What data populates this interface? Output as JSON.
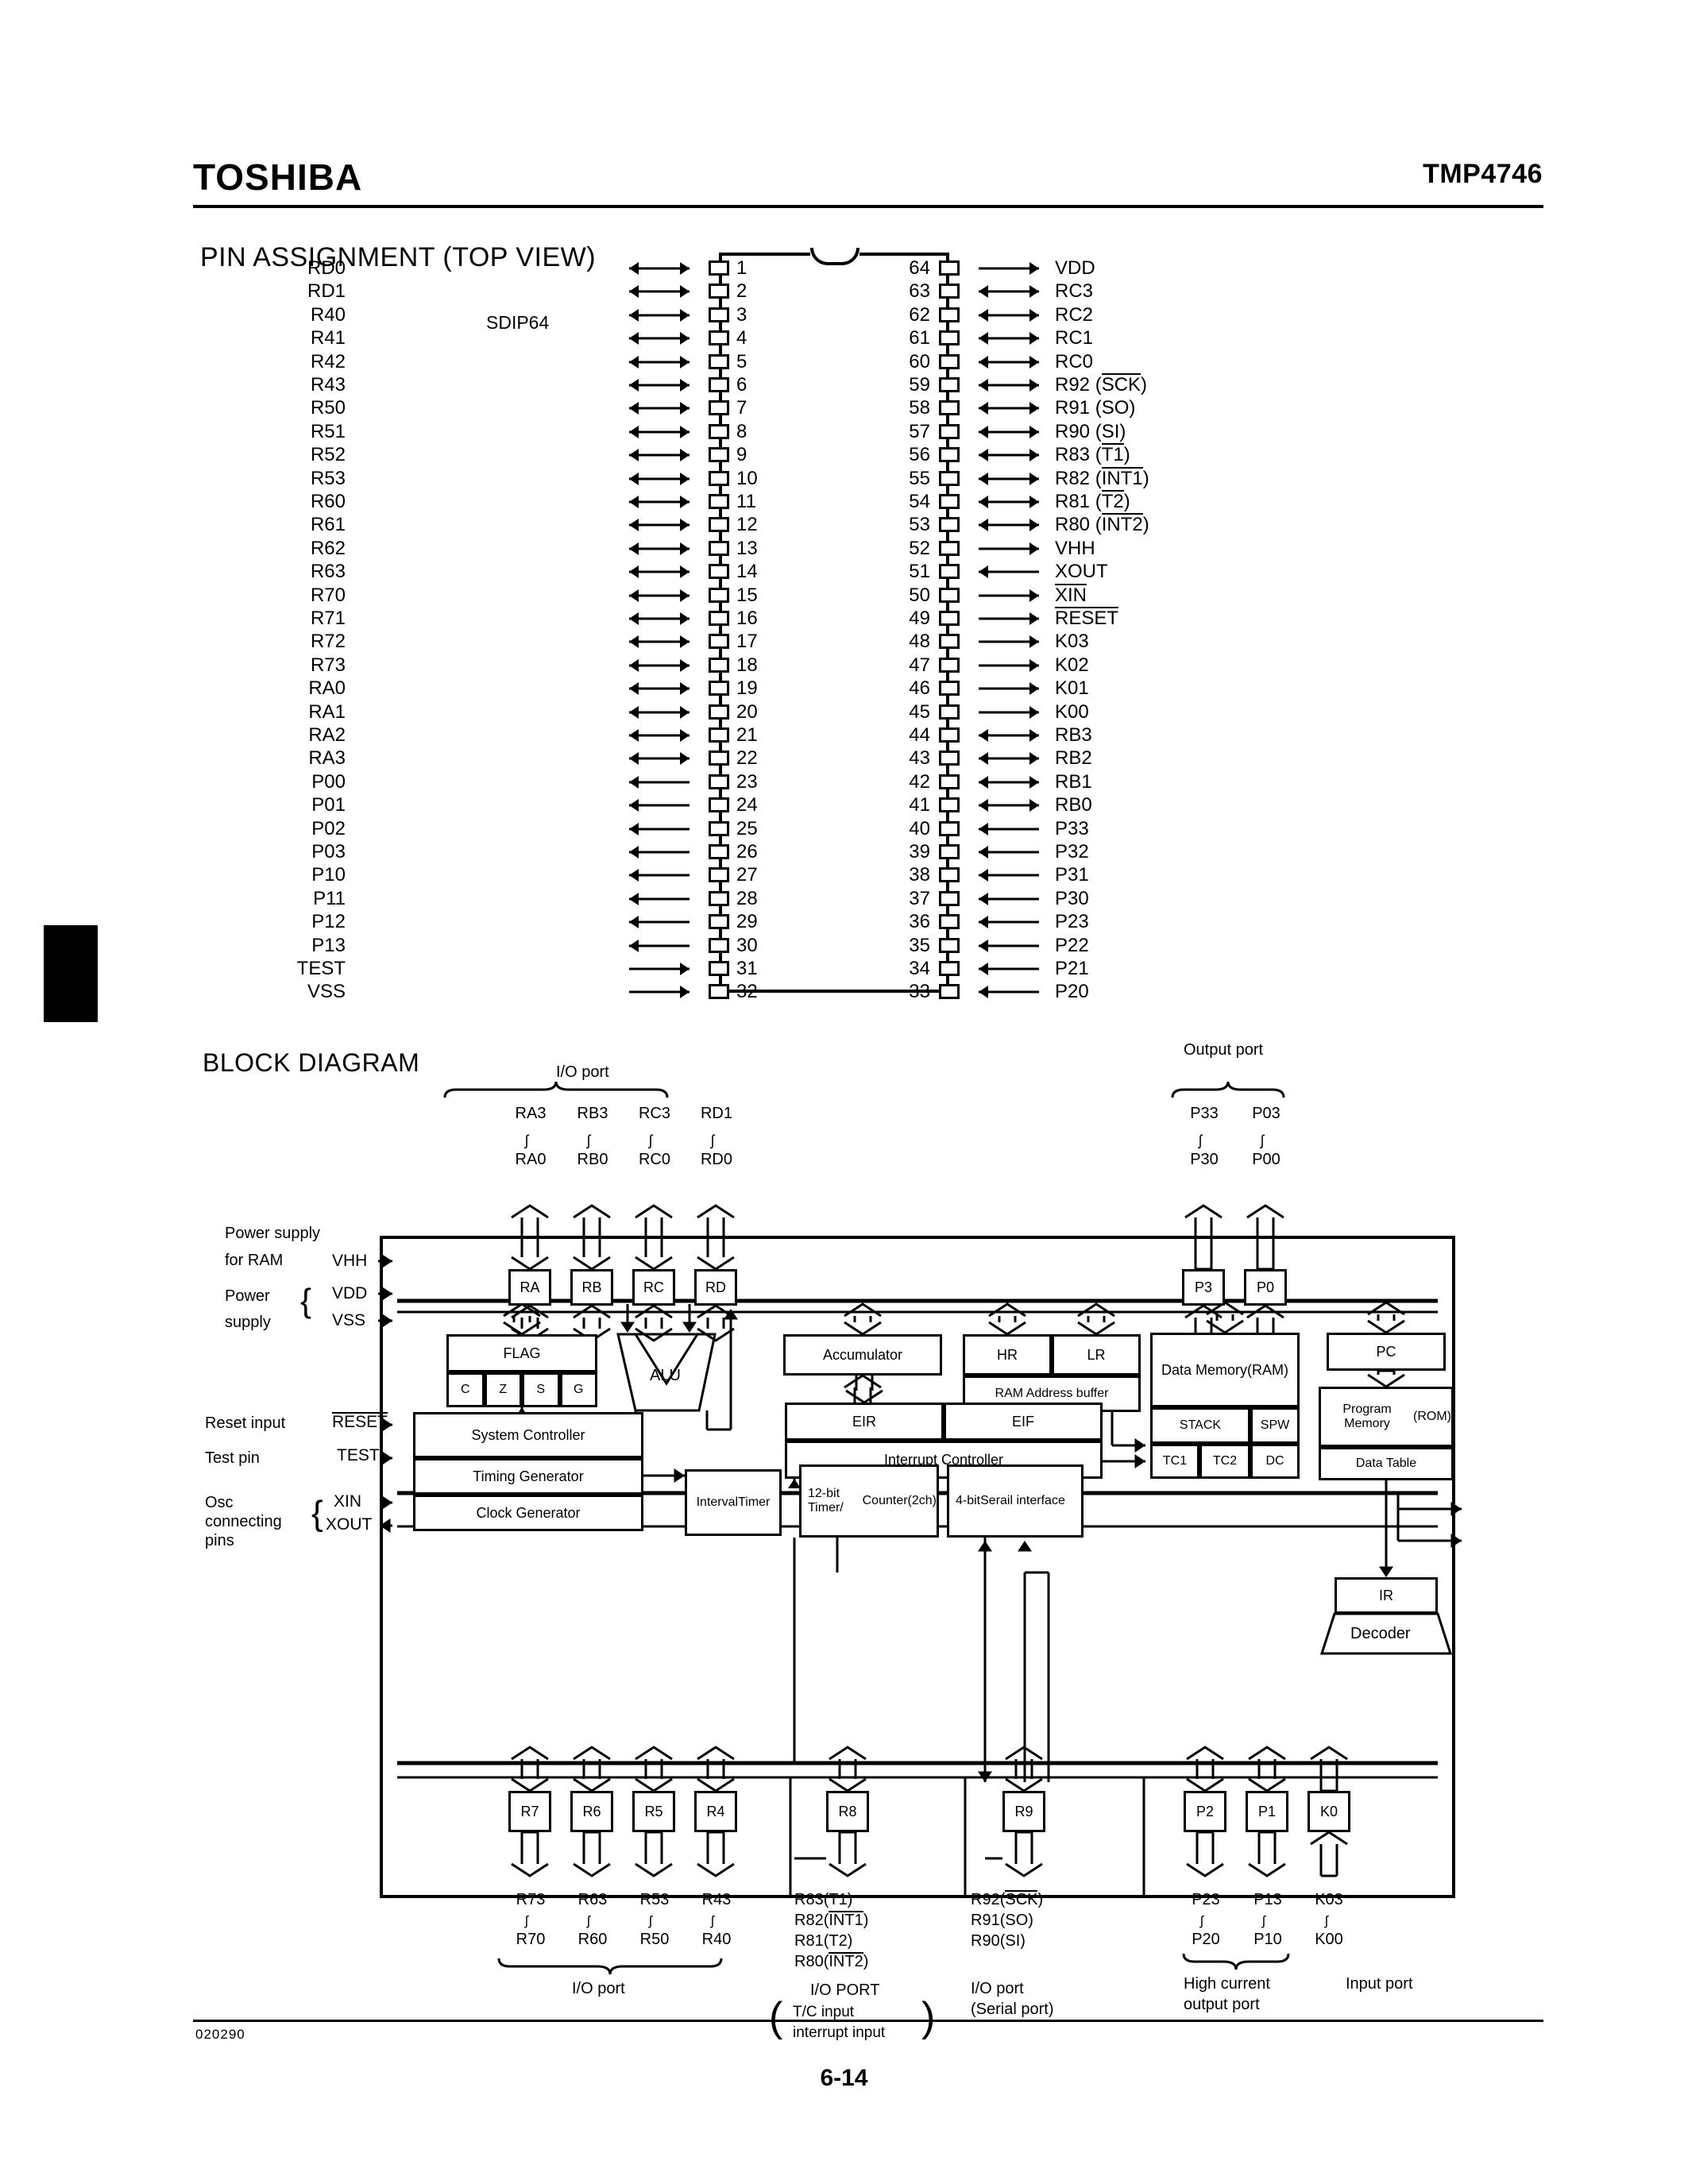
{
  "header": {
    "brand": "TOSHIBA",
    "part_number": "TMP4746"
  },
  "sections": {
    "pin_assignment_title": "PIN ASSIGNMENT (TOP VIEW)",
    "package": "SDIP64",
    "block_diagram_title": "BLOCK  DIAGRAM"
  },
  "footer": {
    "doc_code": "020290",
    "page": "6-14"
  },
  "pin_assignment": {
    "left": [
      {
        "num": "1",
        "name": "RD0",
        "dir": "bi"
      },
      {
        "num": "2",
        "name": "RD1",
        "dir": "bi"
      },
      {
        "num": "3",
        "name": "R40",
        "dir": "bi"
      },
      {
        "num": "4",
        "name": "R41",
        "dir": "bi"
      },
      {
        "num": "5",
        "name": "R42",
        "dir": "bi"
      },
      {
        "num": "6",
        "name": "R43",
        "dir": "bi"
      },
      {
        "num": "7",
        "name": "R50",
        "dir": "bi"
      },
      {
        "num": "8",
        "name": "R51",
        "dir": "bi"
      },
      {
        "num": "9",
        "name": "R52",
        "dir": "bi"
      },
      {
        "num": "10",
        "name": "R53",
        "dir": "bi"
      },
      {
        "num": "11",
        "name": "R60",
        "dir": "bi"
      },
      {
        "num": "12",
        "name": "R61",
        "dir": "bi"
      },
      {
        "num": "13",
        "name": "R62",
        "dir": "bi"
      },
      {
        "num": "14",
        "name": "R63",
        "dir": "bi"
      },
      {
        "num": "15",
        "name": "R70",
        "dir": "bi"
      },
      {
        "num": "16",
        "name": "R71",
        "dir": "bi"
      },
      {
        "num": "17",
        "name": "R72",
        "dir": "bi"
      },
      {
        "num": "18",
        "name": "R73",
        "dir": "bi"
      },
      {
        "num": "19",
        "name": "RA0",
        "dir": "bi"
      },
      {
        "num": "20",
        "name": "RA1",
        "dir": "bi"
      },
      {
        "num": "21",
        "name": "RA2",
        "dir": "bi"
      },
      {
        "num": "22",
        "name": "RA3",
        "dir": "bi"
      },
      {
        "num": "23",
        "name": "P00",
        "dir": "out"
      },
      {
        "num": "24",
        "name": "P01",
        "dir": "out"
      },
      {
        "num": "25",
        "name": "P02",
        "dir": "out"
      },
      {
        "num": "26",
        "name": "P03",
        "dir": "out"
      },
      {
        "num": "27",
        "name": "P10",
        "dir": "out"
      },
      {
        "num": "28",
        "name": "P11",
        "dir": "out"
      },
      {
        "num": "29",
        "name": "P12",
        "dir": "out"
      },
      {
        "num": "30",
        "name": "P13",
        "dir": "out"
      },
      {
        "num": "31",
        "name": "TEST",
        "dir": "in"
      },
      {
        "num": "32",
        "name": "VSS",
        "dir": "in"
      }
    ],
    "right": [
      {
        "num": "64",
        "name": "VDD",
        "dir": "in"
      },
      {
        "num": "63",
        "name": "RC3",
        "dir": "bi"
      },
      {
        "num": "62",
        "name": "RC2",
        "dir": "bi"
      },
      {
        "num": "61",
        "name": "RC1",
        "dir": "bi"
      },
      {
        "num": "60",
        "name": "RC0",
        "dir": "bi"
      },
      {
        "num": "59",
        "name": "R92 (",
        "over": "SCK",
        "post": ")",
        "dir": "bi"
      },
      {
        "num": "58",
        "name": "R91 (SO)",
        "dir": "bi"
      },
      {
        "num": "57",
        "name": "R90 (SI)",
        "dir": "bi"
      },
      {
        "num": "56",
        "name": "R83 (",
        "over": "T1",
        "post": ")",
        "dir": "bi"
      },
      {
        "num": "55",
        "name": "R82 (",
        "over": "INT1",
        "post": ")",
        "dir": "bi"
      },
      {
        "num": "54",
        "name": "R81 (",
        "over": "T2",
        "post": ")",
        "dir": "bi"
      },
      {
        "num": "53",
        "name": "R80 (",
        "over": "INT2",
        "post": ")",
        "dir": "bi"
      },
      {
        "num": "52",
        "name": "VHH",
        "dir": "in"
      },
      {
        "num": "51",
        "name": "XOUT",
        "dir": "out"
      },
      {
        "num": "50",
        "name": "",
        "over": "XIN",
        "dir": "in"
      },
      {
        "num": "49",
        "name": "",
        "over": "RESET",
        "dir": "in"
      },
      {
        "num": "48",
        "name": "K03",
        "dir": "in"
      },
      {
        "num": "47",
        "name": "K02",
        "dir": "in"
      },
      {
        "num": "46",
        "name": "K01",
        "dir": "in"
      },
      {
        "num": "45",
        "name": "K00",
        "dir": "in"
      },
      {
        "num": "44",
        "name": "RB3",
        "dir": "bi"
      },
      {
        "num": "43",
        "name": "RB2",
        "dir": "bi"
      },
      {
        "num": "42",
        "name": "RB1",
        "dir": "bi"
      },
      {
        "num": "41",
        "name": "RB0",
        "dir": "bi"
      },
      {
        "num": "40",
        "name": "P33",
        "dir": "out"
      },
      {
        "num": "39",
        "name": "P32",
        "dir": "out"
      },
      {
        "num": "38",
        "name": "P31",
        "dir": "out"
      },
      {
        "num": "37",
        "name": "P30",
        "dir": "out"
      },
      {
        "num": "36",
        "name": "P23",
        "dir": "out"
      },
      {
        "num": "35",
        "name": "P22",
        "dir": "out"
      },
      {
        "num": "34",
        "name": "P21",
        "dir": "out"
      },
      {
        "num": "33",
        "name": "P20",
        "dir": "out"
      }
    ]
  },
  "block_diagram": {
    "top_groups": {
      "io_port_label": "I/O port",
      "io_top": [
        "RA3",
        "RB3",
        "RC3",
        "RD1"
      ],
      "io_bottom": [
        "RA0",
        "RB0",
        "RC0",
        "RD0"
      ],
      "output_port_label": "Output port",
      "out_top": [
        "P33",
        "P03"
      ],
      "out_bottom": [
        "P30",
        "P00"
      ]
    },
    "left_labels": {
      "power_ram_1": "Power supply",
      "power_ram_2": "for RAM",
      "vhh": "VHH",
      "power_1": "Power",
      "power_2": "supply",
      "vdd": "VDD",
      "vss": "VSS",
      "reset_input": "Reset input",
      "reset_pin": "RESET",
      "test_pin_label": "Test pin",
      "test_pin": "TEST",
      "osc_1": "Osc",
      "osc_2": "connecting",
      "osc_3": "pins",
      "xin": "XIN",
      "xout": "XOUT"
    },
    "port_latches_top": [
      "RA",
      "RB",
      "RC",
      "RD",
      "P3",
      "P0"
    ],
    "core": {
      "flag": "FLAG",
      "flag_bits": [
        "C",
        "Z",
        "S",
        "G"
      ],
      "alu": "ALU",
      "accumulator": "Accumulator",
      "hr": "HR",
      "lr": "LR",
      "ram_address_buffer": "RAM Address buffer",
      "data_memory_1": "Data Memory",
      "data_memory_2": "(RAM)",
      "stack": "STACK",
      "spw": "SPW",
      "tc1": "TC1",
      "tc2": "TC2",
      "dc": "DC",
      "pc": "PC",
      "program_memory_1": "Program Memory",
      "program_memory_2": "(ROM)",
      "data_table": "Data Table",
      "ir": "IR",
      "decoder": "Decoder",
      "eir": "EIR",
      "eif": "EIF",
      "interrupt_controller": "Interrupt Controller",
      "system_controller": "System Controller",
      "timing_generator": "Timing Generator",
      "clock_generator": "Clock Generator",
      "interval_timer_1": "Interval",
      "interval_timer_2": "Timer",
      "timer_counter_1": "12-bit Timer/",
      "timer_counter_2": "Counter",
      "timer_counter_3": "(2ch)",
      "serial_1": "4-bit",
      "serial_2": "Serail interface"
    },
    "port_latches_bottom": [
      "R7",
      "R6",
      "R5",
      "R4",
      "R8",
      "R9",
      "P2",
      "P1",
      "K0"
    ],
    "bottom_groups": {
      "r_top": [
        "R73",
        "R63",
        "R53",
        "R43"
      ],
      "r_bottom": [
        "R70",
        "R60",
        "R50",
        "R40"
      ],
      "r_label": "I/O port",
      "r8_lines": [
        "R83(T1)",
        "R82(INT1)",
        "R81(T2)",
        "R80(INT2)"
      ],
      "r8_over": [
        "",
        "INT1",
        "",
        "INT2"
      ],
      "r8_label_1": "I/O PORT",
      "r8_label_2": "T/C input",
      "r8_label_3": "interrupt input",
      "r9_lines": [
        "R92(SCK)",
        "R91(SO)",
        "R90(SI)"
      ],
      "r9_label_1": "I/O port",
      "r9_label_2": "(Serial port)",
      "p_top": [
        "P23",
        "P13"
      ],
      "p_bottom": [
        "P20",
        "P10"
      ],
      "p_label_1": "High current",
      "p_label_2": "output port",
      "k_top": "K03",
      "k_bottom": "K00",
      "k_label": "Input port"
    }
  }
}
